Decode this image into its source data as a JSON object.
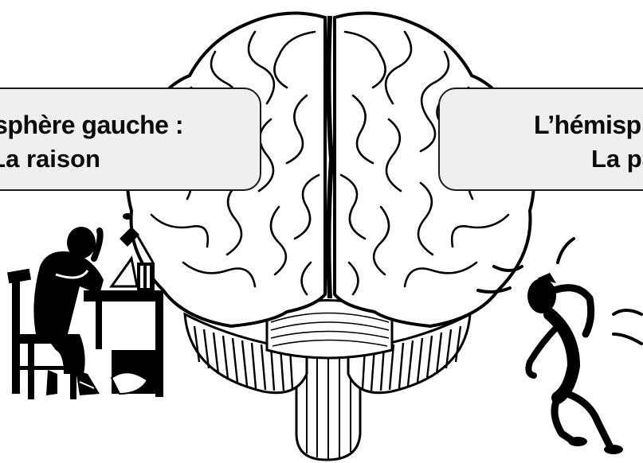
{
  "left_label": {
    "title": "hémisphère gauche :",
    "subtitle": "La raison"
  },
  "right_label": {
    "title": "L’hémisphère droit :",
    "subtitle": "La passion"
  },
  "colors": {
    "ink": "#000000",
    "box_fill": "#efefef",
    "background": "#ffffff"
  }
}
